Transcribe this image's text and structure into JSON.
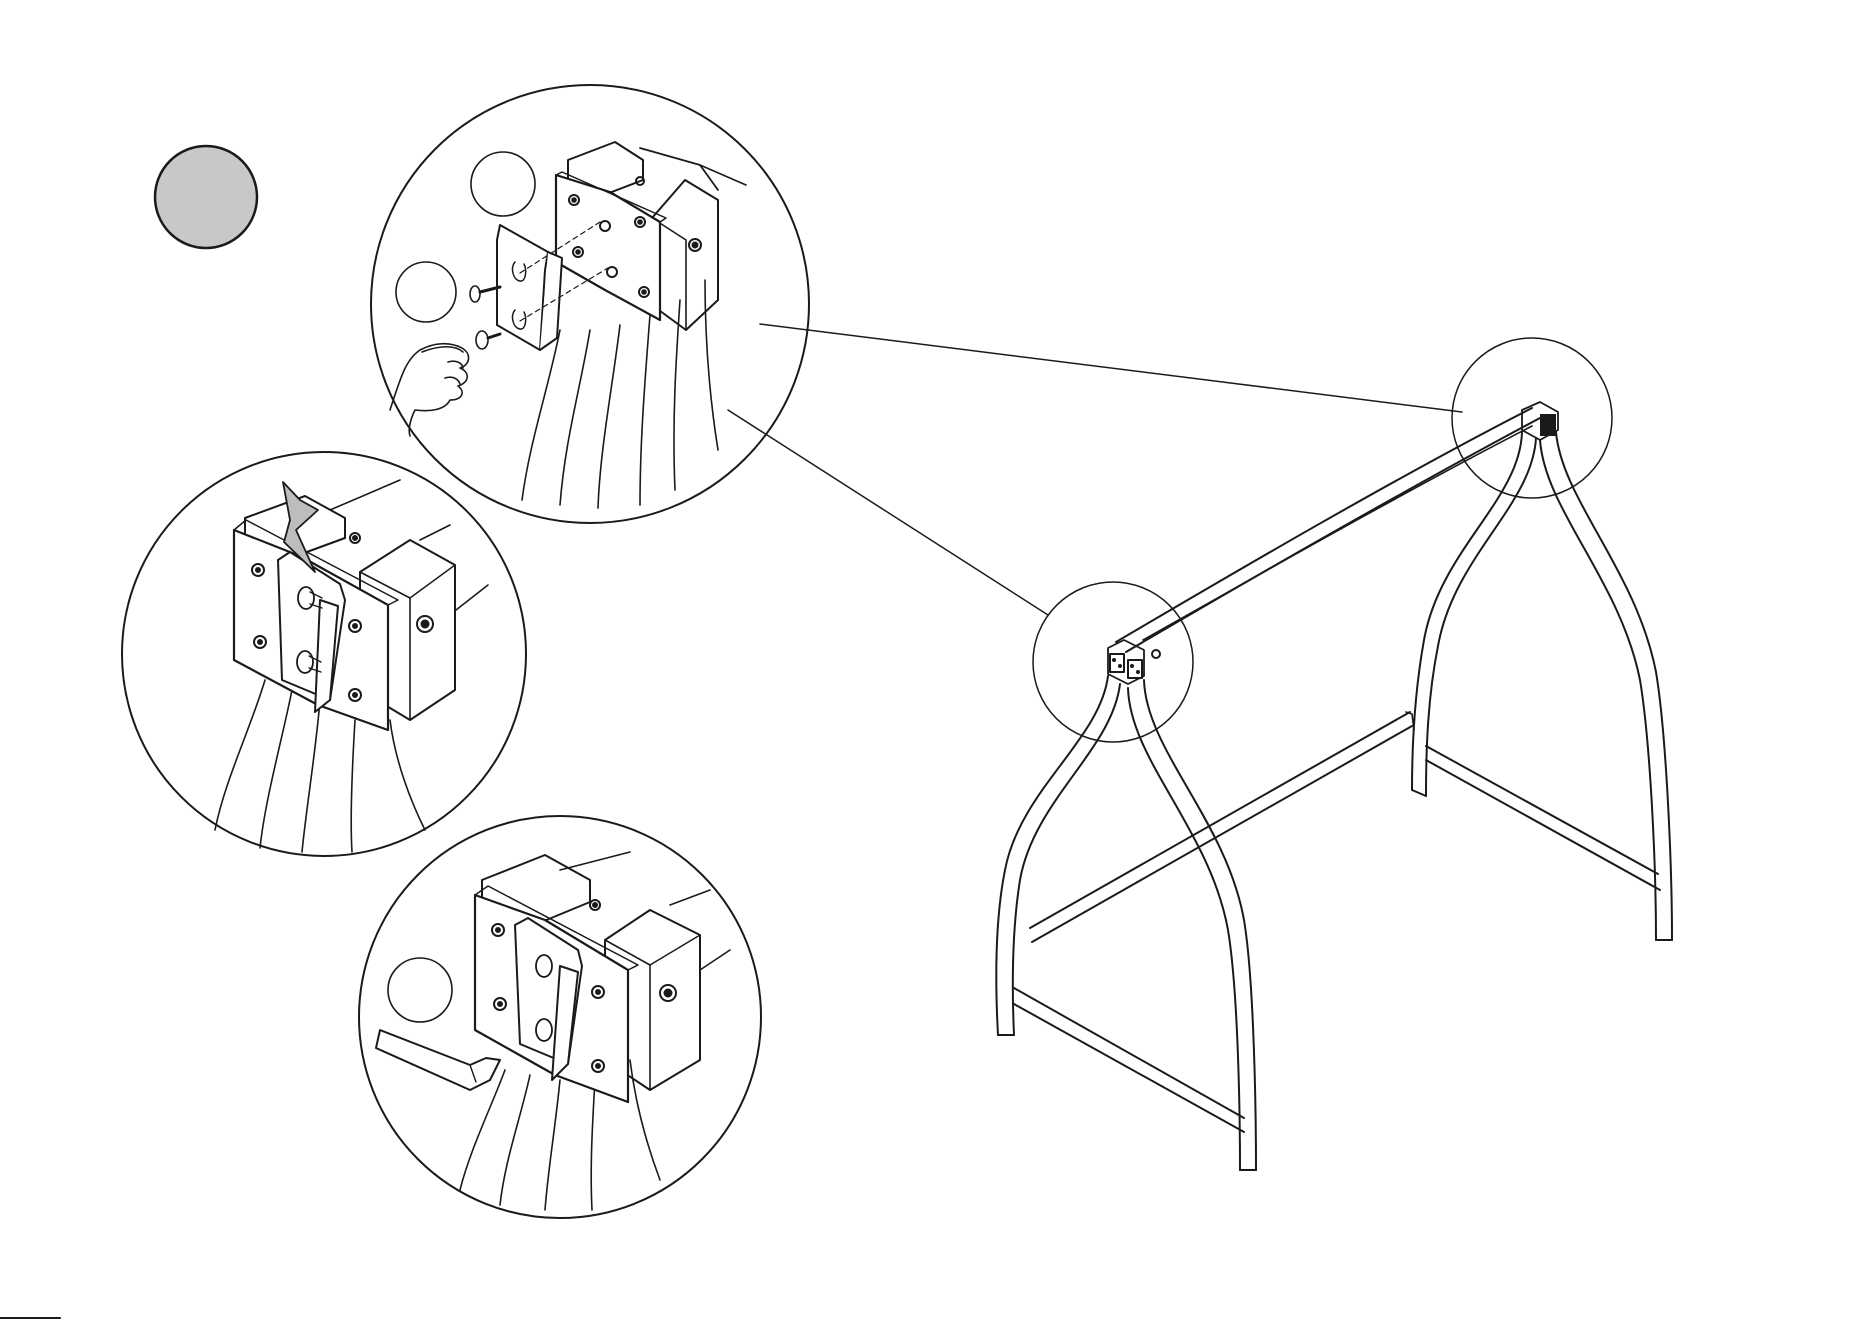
{
  "page": {
    "background": "#ffffff",
    "line_color": "#1a1a1a",
    "step_marker_fill": "#c8c8c8"
  },
  "step_marker": {
    "label": ""
  },
  "part_callouts": [
    {
      "id": "part-a",
      "label": ""
    },
    {
      "id": "part-b",
      "label": ""
    },
    {
      "id": "part-c",
      "label": ""
    }
  ],
  "icons": {
    "step_marker": "step-number-circle",
    "hand": "hand-icon",
    "allen_key": "allen-key-icon",
    "press_arrow": "press-down-arrow-icon"
  },
  "detail_views": [
    {
      "id": "detail-screws"
    },
    {
      "id": "detail-press-bracket"
    },
    {
      "id": "detail-tighten"
    }
  ]
}
